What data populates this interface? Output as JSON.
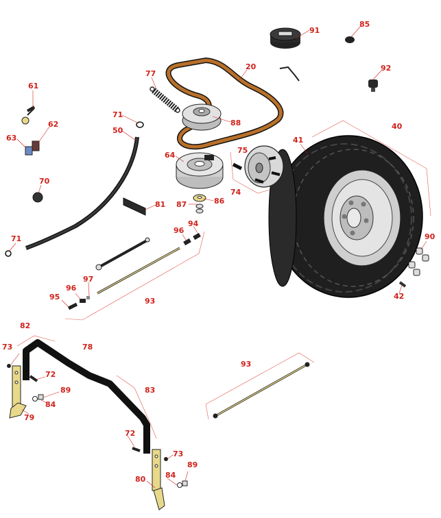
{
  "diagram": {
    "callouts": [
      {
        "id": "c91",
        "text": "91"
      },
      {
        "id": "c85",
        "text": "85"
      },
      {
        "id": "c20",
        "text": "20"
      },
      {
        "id": "c92",
        "text": "92"
      },
      {
        "id": "c77",
        "text": "77"
      },
      {
        "id": "c61",
        "text": "61"
      },
      {
        "id": "c71a",
        "text": "71"
      },
      {
        "id": "c88",
        "text": "88"
      },
      {
        "id": "c40",
        "text": "40"
      },
      {
        "id": "c62",
        "text": "62"
      },
      {
        "id": "c50",
        "text": "50"
      },
      {
        "id": "c63",
        "text": "63"
      },
      {
        "id": "c41",
        "text": "41"
      },
      {
        "id": "c64",
        "text": "64"
      },
      {
        "id": "c75",
        "text": "75"
      },
      {
        "id": "c70",
        "text": "70"
      },
      {
        "id": "c74",
        "text": "74"
      },
      {
        "id": "c87",
        "text": "87"
      },
      {
        "id": "c86",
        "text": "86"
      },
      {
        "id": "c81",
        "text": "81"
      },
      {
        "id": "c94",
        "text": "94"
      },
      {
        "id": "c96a",
        "text": "96"
      },
      {
        "id": "c71b",
        "text": "71"
      },
      {
        "id": "c90",
        "text": "90"
      },
      {
        "id": "c97",
        "text": "97"
      },
      {
        "id": "c96b",
        "text": "96"
      },
      {
        "id": "c93a",
        "text": "93"
      },
      {
        "id": "c95",
        "text": "95"
      },
      {
        "id": "c42",
        "text": "42"
      },
      {
        "id": "c82",
        "text": "82"
      },
      {
        "id": "c73a",
        "text": "73"
      },
      {
        "id": "c78",
        "text": "78"
      },
      {
        "id": "c72a",
        "text": "72"
      },
      {
        "id": "c89a",
        "text": "89"
      },
      {
        "id": "c84a",
        "text": "84"
      },
      {
        "id": "c79",
        "text": "79"
      },
      {
        "id": "c93b",
        "text": "93"
      },
      {
        "id": "c83",
        "text": "83"
      },
      {
        "id": "c72b",
        "text": "72"
      },
      {
        "id": "c73b",
        "text": "73"
      },
      {
        "id": "c89b",
        "text": "89"
      },
      {
        "id": "c84b",
        "text": "84"
      },
      {
        "id": "c80",
        "text": "80"
      }
    ],
    "colors": {
      "callout": "#d0221b",
      "belt": "#b8702a",
      "rubber": "#2a2a2a",
      "metal": "#d9d9d9",
      "brass": "#e8d98a",
      "tire": "#1f1f1f",
      "rim": "#cfcfcf"
    }
  }
}
